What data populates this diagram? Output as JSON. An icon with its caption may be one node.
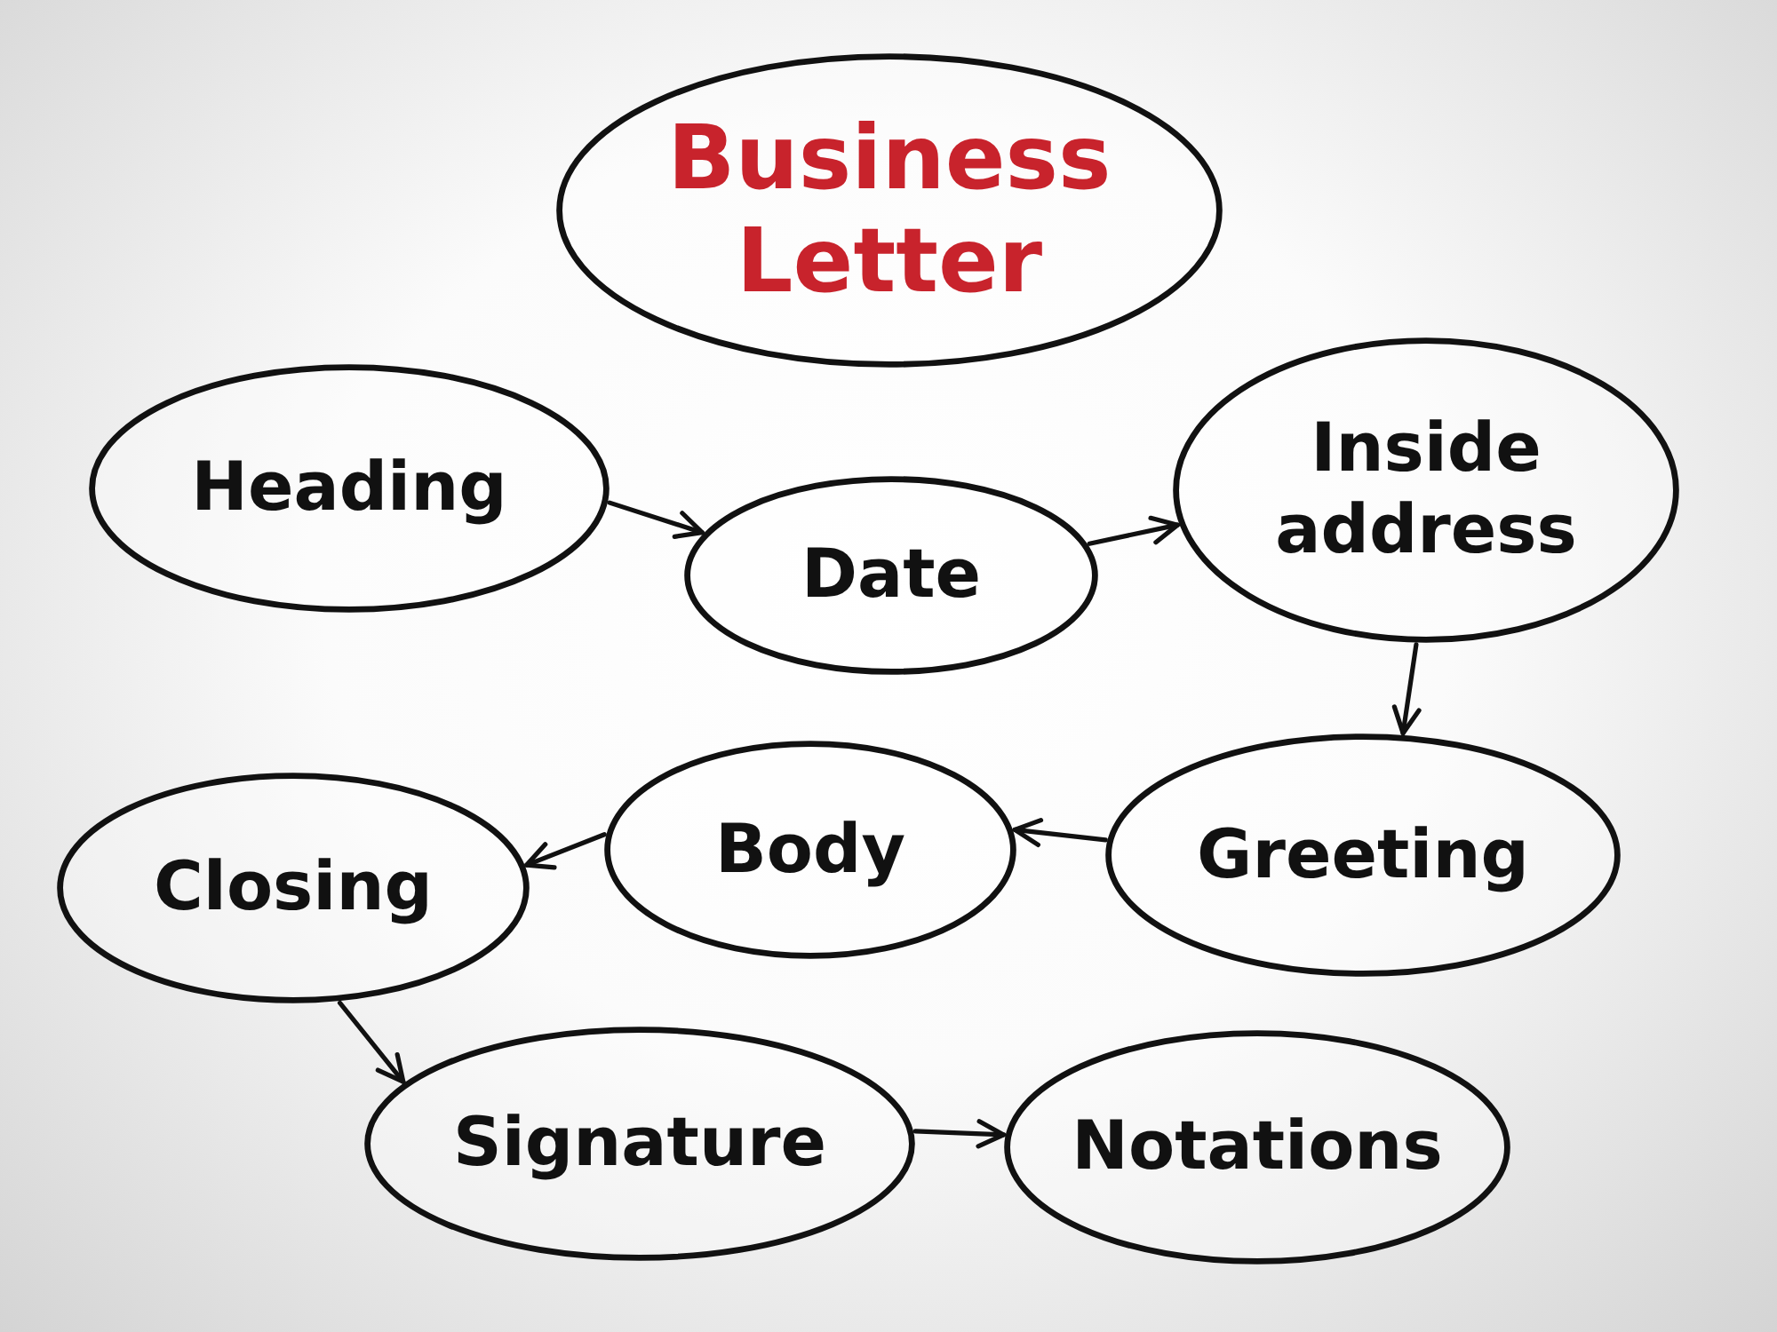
{
  "diagram": {
    "nodes": [
      {
        "text": [
          "Business Letter"
        ]
      },
      {
        "text": [
          "Heading"
        ]
      },
      {
        "text": [
          "Date"
        ]
      },
      {
        "text": [
          "Inside address"
        ]
      },
      {
        "text": [
          "Greeting"
        ]
      },
      {
        "text": [
          "Body"
        ]
      },
      {
        "text": [
          "Closing"
        ]
      },
      {
        "text": [
          "Signature"
        ]
      },
      {
        "text": [
          "Notations"
        ]
      }
    ],
    "edges": [
      {
        "from": 1,
        "to": 2,
        "arrow": "to"
      },
      {
        "from": 2,
        "to": 3,
        "arrow": "to"
      },
      {
        "from": 3,
        "to": 4,
        "arrow": "to"
      },
      {
        "from": 4,
        "to": 5,
        "arrow": "to"
      },
      {
        "from": 5,
        "to": 6,
        "arrow": "to"
      },
      {
        "from": 6,
        "to": 7,
        "arrow": "to"
      },
      {
        "from": 7,
        "to": 8,
        "arrow": "to"
      }
    ]
  }
}
